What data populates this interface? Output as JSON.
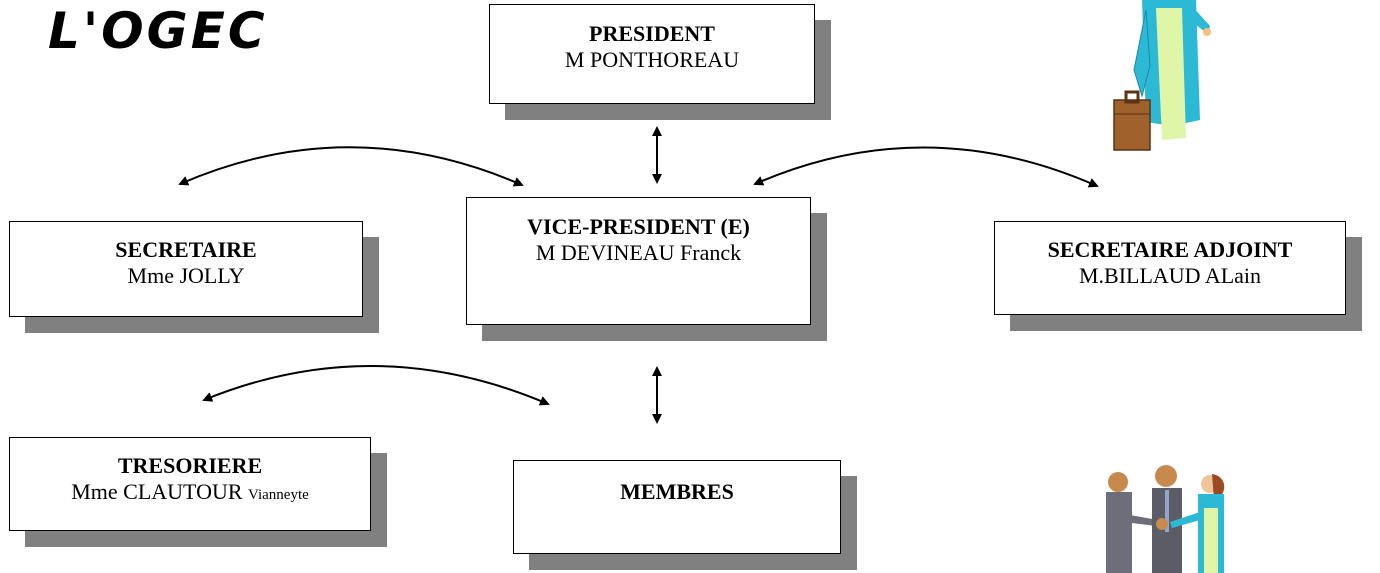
{
  "title": "L'OGEC",
  "president": {
    "role": "PRESIDENT",
    "name": "M PONTHOREAU"
  },
  "vice_president": {
    "role": "VICE-PRESIDENT (E)",
    "name": "M DEVINEAU Franck"
  },
  "secretaire": {
    "role": "SECRETAIRE",
    "name": "Mme JOLLY"
  },
  "secretaire_adjoint": {
    "role": "SECRETAIRE ADJOINT",
    "name": "M.BILLAUD ALain"
  },
  "tresoriere": {
    "role": "TRESORIERE",
    "name": "Mme CLAUTOUR",
    "name_suffix": "Vianneyte"
  },
  "membres": {
    "role": "MEMBRES"
  },
  "icons": {
    "top_right": "businesswoman-clipart-icon",
    "bottom_right": "handshake-group-clipart-icon"
  }
}
